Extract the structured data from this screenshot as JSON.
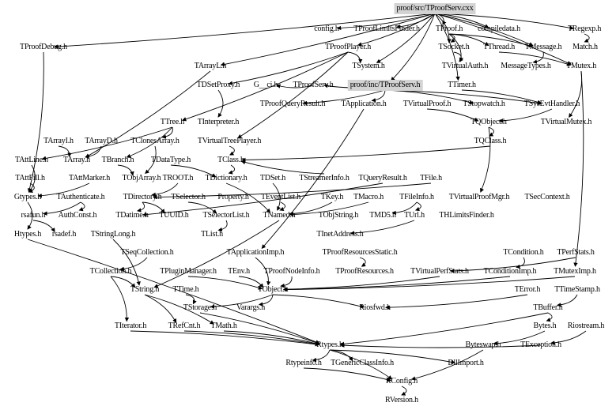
{
  "title": "proof/src/TProofServ.cxx",
  "nodes": [
    {
      "id": "root",
      "label": "proof/src/TProofServ.cxx",
      "highlight": true
    },
    {
      "id": "config",
      "label": "config.h"
    },
    {
      "id": "limfind",
      "label": "TProofLimitsFinder.h"
    },
    {
      "id": "tproof",
      "label": "TProof.h"
    },
    {
      "id": "compiledata",
      "label": "compiledata.h"
    },
    {
      "id": "tregexp",
      "label": "TRegexp.h"
    },
    {
      "id": "tproofdebug",
      "label": "TProofDebug.h"
    },
    {
      "id": "tproofplayer",
      "label": "TProofPlayer.h"
    },
    {
      "id": "tsocket",
      "label": "TSocket.h"
    },
    {
      "id": "tthread",
      "label": "TThread.h"
    },
    {
      "id": "tmessage",
      "label": "TMessage.h"
    },
    {
      "id": "match",
      "label": "Match.h"
    },
    {
      "id": "tarrayl",
      "label": "TArrayL.h"
    },
    {
      "id": "tsystem",
      "label": "TSystem.h"
    },
    {
      "id": "tvirtualauth",
      "label": "TVirtualAuth.h"
    },
    {
      "id": "messagetypes",
      "label": "MessageTypes.h"
    },
    {
      "id": "tmutex",
      "label": "TMutex.h"
    },
    {
      "id": "tdsetproxy",
      "label": "TDSetProxy.h"
    },
    {
      "id": "gci",
      "label": "G__ci.h"
    },
    {
      "id": "tproofserv",
      "label": "TProofServ.h"
    },
    {
      "id": "incproofserv",
      "label": "proof/inc/TProofServ.h",
      "highlight": true
    },
    {
      "id": "ttimer",
      "label": "TTimer.h"
    },
    {
      "id": "tproofqr",
      "label": "TProofQueryResult.h"
    },
    {
      "id": "tapplication",
      "label": "TApplication.h"
    },
    {
      "id": "tvirtualproof",
      "label": "TVirtualProof.h"
    },
    {
      "id": "tstopwatch",
      "label": "TStopwatch.h"
    },
    {
      "id": "tsysevt",
      "label": "TSysEvtHandler.h"
    },
    {
      "id": "ttree",
      "label": "TTree.h"
    },
    {
      "id": "tinterpreter",
      "label": "TInterpreter.h"
    },
    {
      "id": "tqobject",
      "label": "TQObject.h"
    },
    {
      "id": "tvirtualmutex",
      "label": "TVirtualMutex.h"
    },
    {
      "id": "tarrayi",
      "label": "TArrayI.h"
    },
    {
      "id": "tarrayd",
      "label": "TArrayD.h"
    },
    {
      "id": "tclonesarray",
      "label": "TClonesArray.h"
    },
    {
      "id": "tvtreeplayer",
      "label": "TVirtualTreePlayer.h"
    },
    {
      "id": "tqclass",
      "label": "TQClass.h"
    },
    {
      "id": "tattline",
      "label": "TAttLine.h"
    },
    {
      "id": "tarray",
      "label": "TArray.h"
    },
    {
      "id": "tbranch",
      "label": "TBranch.h"
    },
    {
      "id": "tdatatype",
      "label": "TDataType.h"
    },
    {
      "id": "tclass",
      "label": "TClass.h"
    },
    {
      "id": "tattfill",
      "label": "TAttFill.h"
    },
    {
      "id": "tattmarker",
      "label": "TAttMarker.h"
    },
    {
      "id": "tobjarray",
      "label": "TObjArray.h"
    },
    {
      "id": "troot",
      "label": "TROOT.h"
    },
    {
      "id": "tdictionary",
      "label": "TDictionary.h"
    },
    {
      "id": "tdset",
      "label": "TDSet.h"
    },
    {
      "id": "tstreamerinfo",
      "label": "TStreamerInfo.h"
    },
    {
      "id": "tqueryresult",
      "label": "TQueryResult.h"
    },
    {
      "id": "tfile",
      "label": "TFile.h"
    },
    {
      "id": "gtypes",
      "label": "Gtypes.h"
    },
    {
      "id": "tauthenticate",
      "label": "TAuthenticate.h"
    },
    {
      "id": "tdirectory",
      "label": "TDirectory.h"
    },
    {
      "id": "tselector",
      "label": "TSelector.h"
    },
    {
      "id": "property",
      "label": "Property.h"
    },
    {
      "id": "teventlist",
      "label": "TEventList.h"
    },
    {
      "id": "tkey",
      "label": "TKey.h"
    },
    {
      "id": "tmacro",
      "label": "TMacro.h"
    },
    {
      "id": "tfileinfo",
      "label": "TFileInfo.h"
    },
    {
      "id": "tvproofmgr",
      "label": "TVirtualProofMgr.h"
    },
    {
      "id": "tseccontext",
      "label": "TSecContext.h"
    },
    {
      "id": "rsafun",
      "label": "rsafun.h"
    },
    {
      "id": "authconst",
      "label": "AuthConst.h"
    },
    {
      "id": "tdatime",
      "label": "TDatime.h"
    },
    {
      "id": "tuuid",
      "label": "TUUID.h"
    },
    {
      "id": "tselectorlist",
      "label": "TSelectorList.h"
    },
    {
      "id": "tnamed",
      "label": "TNamed.h"
    },
    {
      "id": "tobjstring",
      "label": "TObjString.h"
    },
    {
      "id": "tmd5",
      "label": "TMD5.h"
    },
    {
      "id": "turl",
      "label": "TUrl.h"
    },
    {
      "id": "thlimfind",
      "label": "THLimitsFinder.h"
    },
    {
      "id": "htypes",
      "label": "Htypes.h"
    },
    {
      "id": "rsadef",
      "label": "rsadef.h"
    },
    {
      "id": "tstringlong",
      "label": "TStringLong.h"
    },
    {
      "id": "tlist",
      "label": "TList.h"
    },
    {
      "id": "tinetaddress",
      "label": "TInetAddress.h"
    },
    {
      "id": "tseqcoll",
      "label": "TSeqCollection.h"
    },
    {
      "id": "tappimp",
      "label": "TApplicationImp.h"
    },
    {
      "id": "tprsstatic",
      "label": "TProofResourcesStatic.h"
    },
    {
      "id": "tcondition",
      "label": "TCondition.h"
    },
    {
      "id": "tperfstats",
      "label": "TPerfStats.h"
    },
    {
      "id": "tcollection",
      "label": "TCollection.h"
    },
    {
      "id": "tpluginmgr",
      "label": "TPluginManager.h"
    },
    {
      "id": "tenv",
      "label": "TEnv.h"
    },
    {
      "id": "tproofnodeinfo",
      "label": "TProofNodeInfo.h"
    },
    {
      "id": "tproofresources",
      "label": "TProofResources.h"
    },
    {
      "id": "tvperfstats",
      "label": "TVirtualPerfStats.h"
    },
    {
      "id": "tcondimp",
      "label": "TConditionImp.h"
    },
    {
      "id": "tmuteximp",
      "label": "TMutexImp.h"
    },
    {
      "id": "tstring",
      "label": "TString.h"
    },
    {
      "id": "ttime",
      "label": "TTime.h"
    },
    {
      "id": "tobject",
      "label": "TObject.h"
    },
    {
      "id": "terror",
      "label": "TError.h"
    },
    {
      "id": "ttimestamp",
      "label": "TTimeStamp.h"
    },
    {
      "id": "tstorage",
      "label": "TStorage.h"
    },
    {
      "id": "varargs",
      "label": "Varargs.h"
    },
    {
      "id": "riosfwd",
      "label": "Riosfwd.h"
    },
    {
      "id": "tbuffer",
      "label": "TBuffer.h"
    },
    {
      "id": "titerator",
      "label": "TIterator.h"
    },
    {
      "id": "trefcnt",
      "label": "TRefCnt.h"
    },
    {
      "id": "tmath",
      "label": "TMath.h"
    },
    {
      "id": "bytes",
      "label": "Bytes.h"
    },
    {
      "id": "riostream",
      "label": "Riostream.h"
    },
    {
      "id": "rtypes",
      "label": "Rtypes.h"
    },
    {
      "id": "byteswap",
      "label": "Byteswap.h"
    },
    {
      "id": "texception",
      "label": "TException.h"
    },
    {
      "id": "rtypeinfo",
      "label": "Rtypeinfo.h"
    },
    {
      "id": "tgenclassinfo",
      "label": "TGenericClassInfo.h"
    },
    {
      "id": "dllimport",
      "label": "DllImport.h"
    },
    {
      "id": "rconfig",
      "label": "RConfig.h"
    },
    {
      "id": "rversion",
      "label": "RVersion.h"
    }
  ],
  "edges": [
    [
      "root",
      "config"
    ],
    [
      "root",
      "limfind"
    ],
    [
      "root",
      "tproof"
    ],
    [
      "root",
      "compiledata"
    ],
    [
      "root",
      "tregexp"
    ],
    [
      "root",
      "tproofdebug"
    ],
    [
      "root",
      "tproofplayer"
    ],
    [
      "root",
      "incproofserv"
    ],
    [
      "root",
      "tmessage"
    ],
    [
      "root",
      "tsocket"
    ],
    [
      "root",
      "tsystem"
    ],
    [
      "root",
      "ttimer"
    ],
    [
      "root",
      "tmutex"
    ],
    [
      "root",
      "tarrayl"
    ],
    [
      "tregexp",
      "match"
    ],
    [
      "tproof",
      "tsocket"
    ],
    [
      "tproof",
      "tthread"
    ],
    [
      "tproof",
      "tmessage"
    ],
    [
      "tproof",
      "tvirtualauth"
    ],
    [
      "tmessage",
      "messagetypes"
    ],
    [
      "tsocket",
      "tvirtualauth"
    ],
    [
      "tthread",
      "tmutex"
    ],
    [
      "tproofplayer",
      "tsystem"
    ],
    [
      "tproofplayer",
      "tdsetproxy"
    ],
    [
      "tproofplayer",
      "ttree"
    ],
    [
      "tproofplayer",
      "tvtreeplayer"
    ],
    [
      "incproofserv",
      "tproofserv"
    ],
    [
      "incproofserv",
      "tapplication"
    ],
    [
      "incproofserv",
      "tproofqr"
    ],
    [
      "incproofserv",
      "tstopwatch"
    ],
    [
      "incproofserv",
      "tsysevt"
    ],
    [
      "tproofserv",
      "gci"
    ],
    [
      "ttimer",
      "tsysevt"
    ],
    [
      "tsysevt",
      "tqobject"
    ],
    [
      "tmutex",
      "tvirtualmutex"
    ],
    [
      "tvirtualproof",
      "tqobject"
    ],
    [
      "tqobject",
      "tqclass"
    ],
    [
      "tqclass",
      "tclass"
    ],
    [
      "tqobject",
      "tvproofmgr"
    ],
    [
      "tdsetproxy",
      "tinterpreter"
    ],
    [
      "tarrayl",
      "tarray"
    ],
    [
      "ttree",
      "tclonesarray"
    ],
    [
      "ttree",
      "tbranch"
    ],
    [
      "ttree",
      "tattline"
    ],
    [
      "tarrayi",
      "tarray"
    ],
    [
      "tarrayd",
      "tarray"
    ],
    [
      "tclonesarray",
      "tobjarray"
    ],
    [
      "tvtreeplayer",
      "tclass"
    ],
    [
      "tclass",
      "tdictionary"
    ],
    [
      "tdatatype",
      "tdictionary"
    ],
    [
      "tbranch",
      "tobjarray"
    ],
    [
      "tattline",
      "gtypes"
    ],
    [
      "tattfill",
      "gtypes"
    ],
    [
      "tattmarker",
      "gtypes"
    ],
    [
      "troot",
      "tdirectory"
    ],
    [
      "tdictionary",
      "tnamed"
    ],
    [
      "tdset",
      "tnamed"
    ],
    [
      "tstreamerinfo",
      "tclass"
    ],
    [
      "tqueryresult",
      "tdatime"
    ],
    [
      "tfile",
      "tdirectory"
    ],
    [
      "tdirectory",
      "tdatime"
    ],
    [
      "tdirectory",
      "tuuid"
    ],
    [
      "tselector",
      "tselectorlist"
    ],
    [
      "teventlist",
      "tnamed"
    ],
    [
      "tkey",
      "tnamed"
    ],
    [
      "tmacro",
      "tnamed"
    ],
    [
      "tfileinfo",
      "tmd5"
    ],
    [
      "tfileinfo",
      "turl"
    ],
    [
      "tauthenticate",
      "rsafun"
    ],
    [
      "tauthenticate",
      "authconst"
    ],
    [
      "rsafun",
      "rsadef"
    ],
    [
      "gtypes",
      "htypes"
    ],
    [
      "tselectorlist",
      "tlist"
    ],
    [
      "tlist",
      "tseqcollection"
    ],
    [
      "tseqcoll",
      "tcollection"
    ],
    [
      "tcollection",
      "tstring"
    ],
    [
      "tcollection",
      "titerator"
    ],
    [
      "tstringlong",
      "tstring"
    ],
    [
      "tnamed",
      "tstring"
    ],
    [
      "turl",
      "tinetaddress"
    ],
    [
      "tapplication",
      "tappimp"
    ],
    [
      "tappimp",
      "tobject"
    ],
    [
      "tprsstatic",
      "tproofresources"
    ],
    [
      "tpluginmgr",
      "tobject"
    ],
    [
      "tenv",
      "tobject"
    ],
    [
      "tproofnodeinfo",
      "tobject"
    ],
    [
      "tcondition",
      "tcondimp"
    ],
    [
      "tperfstats",
      "tvperfstats"
    ],
    [
      "tmutex",
      "tmuteximp"
    ],
    [
      "tvperfstats",
      "tobject"
    ],
    [
      "tcondimp",
      "tobject"
    ],
    [
      "tmuteximp",
      "tobject"
    ],
    [
      "tobject",
      "tstorage"
    ],
    [
      "tobject",
      "varargs"
    ],
    [
      "tobject",
      "riosfwd"
    ],
    [
      "tstring",
      "trefcnt"
    ],
    [
      "tstring",
      "tmath"
    ],
    [
      "ttime",
      "tstorage"
    ],
    [
      "terror",
      "riosfwd"
    ],
    [
      "ttimestamp",
      "tbuffer"
    ],
    [
      "tbuffer",
      "bytes"
    ],
    [
      "tbuffer",
      "rtypes"
    ],
    [
      "bytes",
      "byteswap"
    ],
    [
      "riostream",
      "texception"
    ],
    [
      "titerator",
      "rtypes"
    ],
    [
      "trefcnt",
      "rtypes"
    ],
    [
      "tmath",
      "rtypes"
    ],
    [
      "tstorage",
      "rtypes"
    ],
    [
      "rtypes",
      "rtypeinfo"
    ],
    [
      "rtypes",
      "tgenclassinfo"
    ],
    [
      "rtypes",
      "dllimport"
    ],
    [
      "rtypes",
      "rconfig"
    ],
    [
      "texception",
      "rtypes"
    ],
    [
      "rtypeinfo",
      "rconfig"
    ],
    [
      "byteswap",
      "rconfig"
    ],
    [
      "rconfig",
      "rversion"
    ],
    [
      "htypes",
      "rtypes"
    ],
    [
      "tproofdebug",
      "gtypes"
    ]
  ]
}
